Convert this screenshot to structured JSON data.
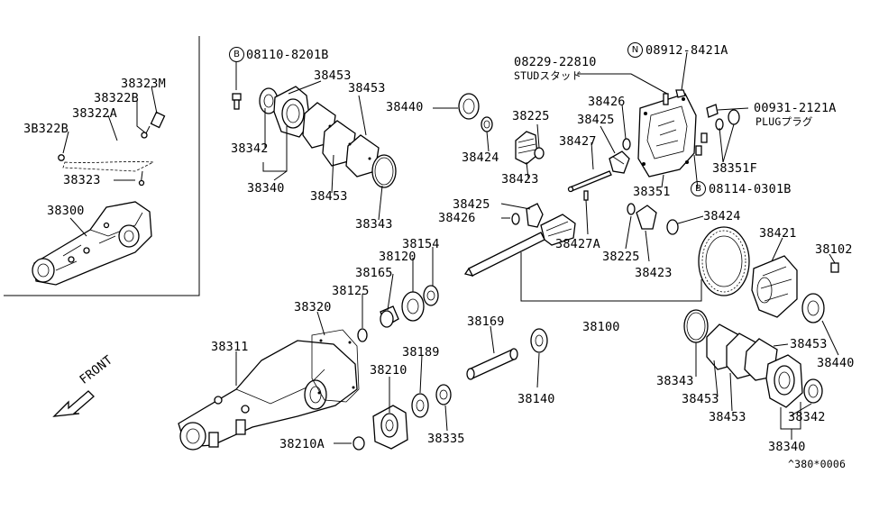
{
  "labels": {
    "p38323M": "38323M",
    "p38322B_a": "38322B",
    "p38322A": "38322A",
    "p3B322B": "3B322B",
    "p38323": "38323",
    "p38300": "38300",
    "bolt_08110": "08110-8201B",
    "p38453_a": "38453",
    "p38453_b": "38453",
    "p38342_a": "38342",
    "p38340_a": "38340",
    "p38453_c": "38453",
    "p38343_a": "38343",
    "p38440_a": "38440",
    "p38424_a": "38424",
    "p38225_a": "38225",
    "p38423_a": "38423",
    "stud_08229": "08229-22810",
    "stud_jp": "STUDスタッド",
    "nut_08912": "08912-8421A",
    "p38426_a": "38426",
    "p38425_a": "38425",
    "p38427": "38427",
    "plug_00931": "00931-2121A",
    "plug_jp": "PLUGプラグ",
    "p38351F": "38351F",
    "p38351": "38351",
    "bolt_08114": "08114-0301B",
    "p38425_b": "38425",
    "p38426_b": "38426",
    "p38427A": "38427A",
    "p38225_b": "38225",
    "p38424_b": "38424",
    "p38423_b": "38423",
    "p38154": "38154",
    "p38120": "38120",
    "p38165": "38165",
    "p38125": "38125",
    "p38320": "38320",
    "p38421": "38421",
    "p38102": "38102",
    "p38100": "38100",
    "p38169": "38169",
    "p38311": "38311",
    "p38189": "38189",
    "p38210": "38210",
    "p38140": "38140",
    "p38335": "38335",
    "p38210A": "38210A",
    "p38453_d": "38453",
    "p38440_b": "38440",
    "p38343_b": "38343",
    "p38453_e": "38453",
    "p38453_f": "38453",
    "p38342_b": "38342",
    "p38340_b": "38340",
    "front": "FRONT",
    "ref_code": "^380*0006"
  },
  "badges": {
    "b_symbol": "B",
    "n_symbol": "N"
  },
  "icons": [
    "front-arrow-icon",
    "bolt-symbol-icon",
    "nut-symbol-icon"
  ]
}
